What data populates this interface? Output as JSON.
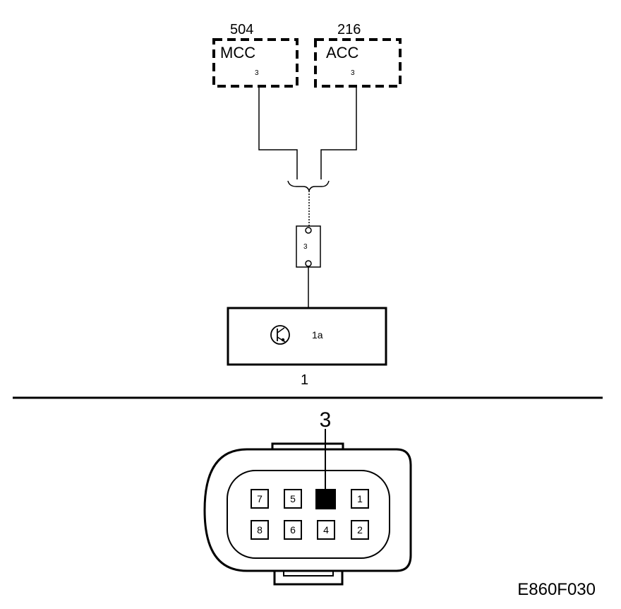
{
  "modules": [
    {
      "number": "504",
      "name": "MCC",
      "pin": "3"
    },
    {
      "number": "216",
      "name": "ACC",
      "pin": "3"
    }
  ],
  "connector_pin": "3",
  "component": {
    "number": "1",
    "sub_label": "1a",
    "icon": "transistor-icon"
  },
  "pin_view": {
    "highlighted_pin_label": "3",
    "top_row": [
      "7",
      "5",
      "",
      "1"
    ],
    "bottom_row": [
      "8",
      "6",
      "4",
      "2"
    ]
  },
  "figure_code": "E860F030"
}
